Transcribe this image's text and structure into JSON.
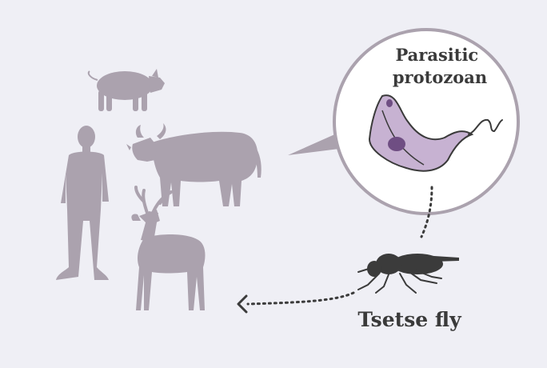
{
  "labels": {
    "parasite": [
      "Parasitic",
      "protozoan"
    ],
    "vector": "Tsetse fly"
  },
  "colors": {
    "background": "#efeff5",
    "silhouette": "#aba2ae",
    "callout_fill": "#ffffff",
    "callout_stroke": "#aba2ae",
    "parasite_fill": "#c7b2d2",
    "parasite_nucleus": "#6f4e83",
    "fly": "#3b3b3b",
    "text": "#3a3a3a"
  },
  "icons": [
    "pig-icon",
    "cow-icon",
    "human-icon",
    "deer-icon",
    "trypanosome-icon",
    "tsetse-fly-icon",
    "arrow-left-icon"
  ]
}
